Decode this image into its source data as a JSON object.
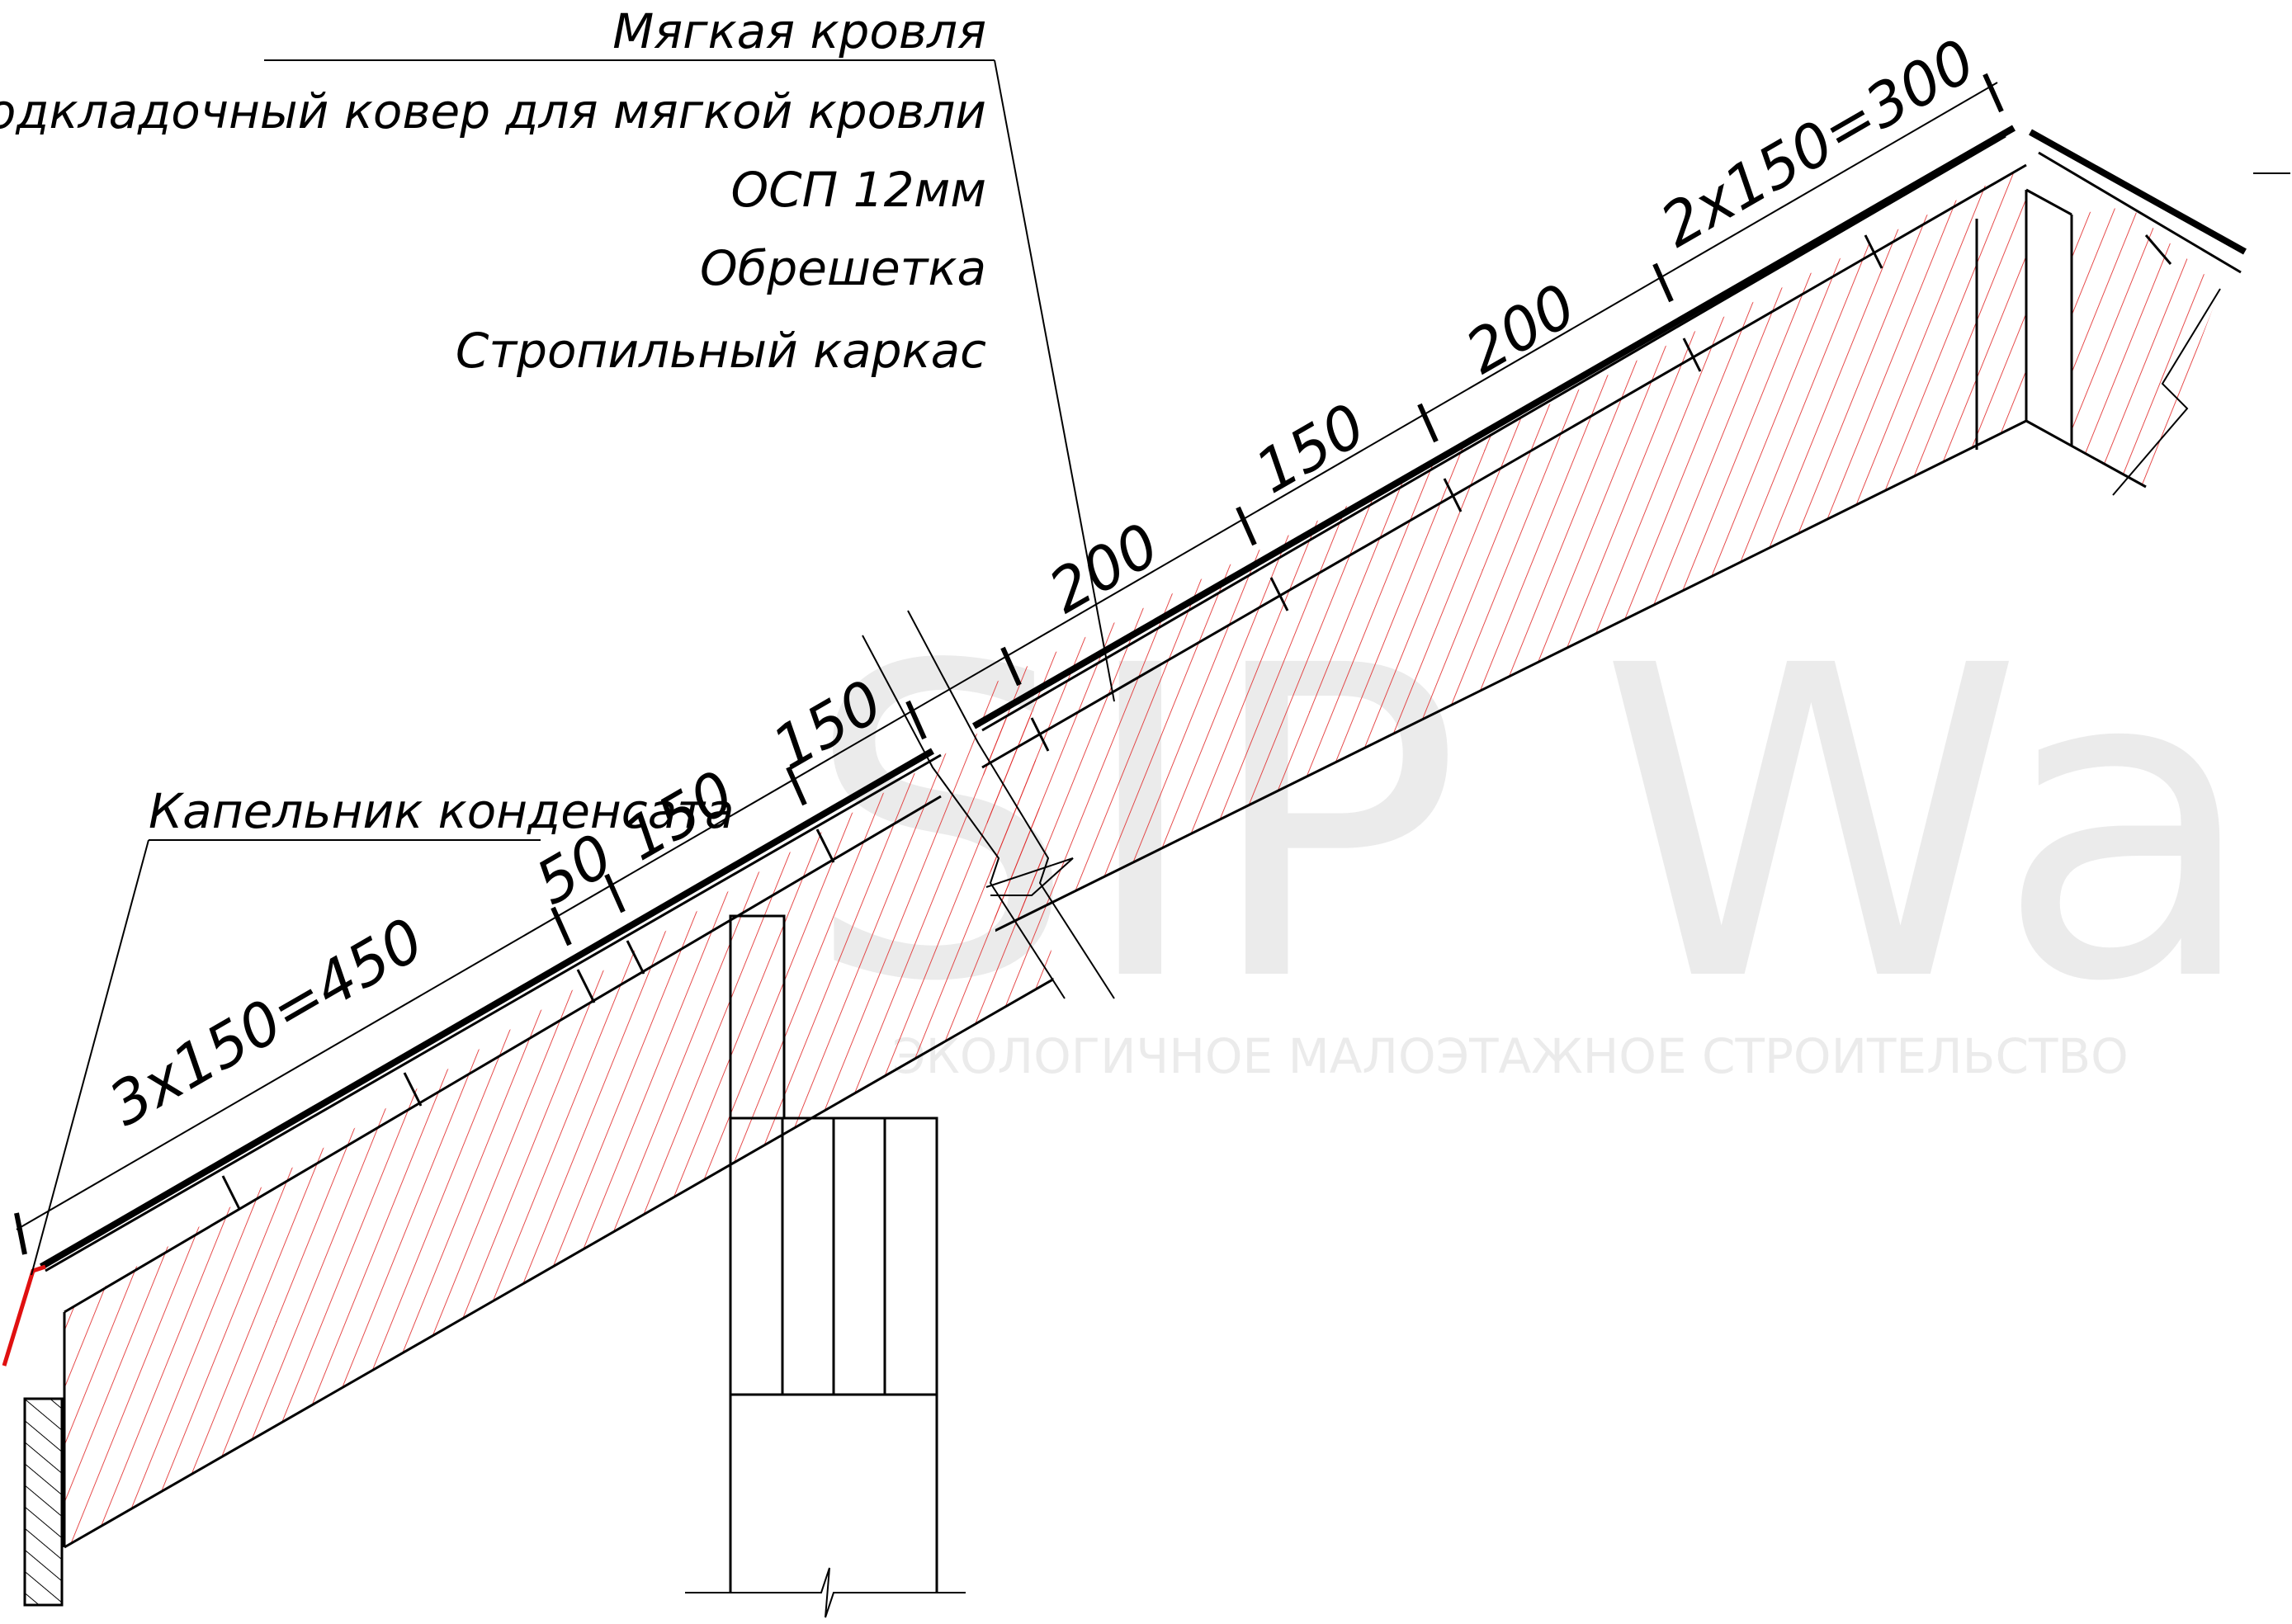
{
  "layers": [
    "Мягкая кровля",
    "Подкладочный ковер для мягкой кровли",
    "ОСП 12мм",
    "Обрешетка",
    "Стропильный каркас"
  ],
  "drip_label": "Капельник конденсата",
  "dimensions": {
    "d1": "3x150=450",
    "d2": "50",
    "d3": "150",
    "d4": "150",
    "d5": "200",
    "d6": "150",
    "d7": "200",
    "d8": "2x150=300"
  },
  "watermark": {
    "brand": "SIP Wall",
    "tagline": "ЭКОЛОГИЧНОЕ МАЛОЭТАЖНОЕ СТРОИТЕЛЬСТВО"
  },
  "colors": {
    "line": "#000000",
    "hatch": "#e02020",
    "drip": "#e01010"
  }
}
